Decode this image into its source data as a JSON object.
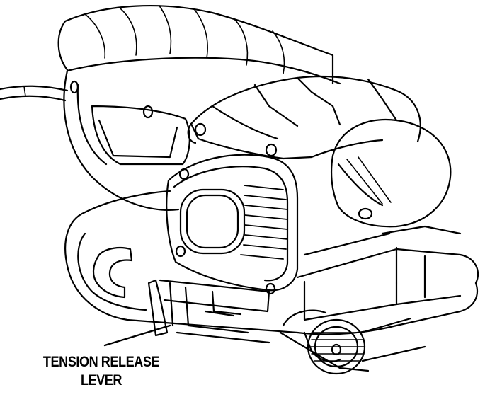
{
  "diagram": {
    "subject": "belt sander",
    "callout": {
      "line1": "TENSION RELEASE",
      "line2": "LEVER"
    },
    "colors": {
      "ink": "#000000",
      "paper": "#ffffff"
    }
  }
}
